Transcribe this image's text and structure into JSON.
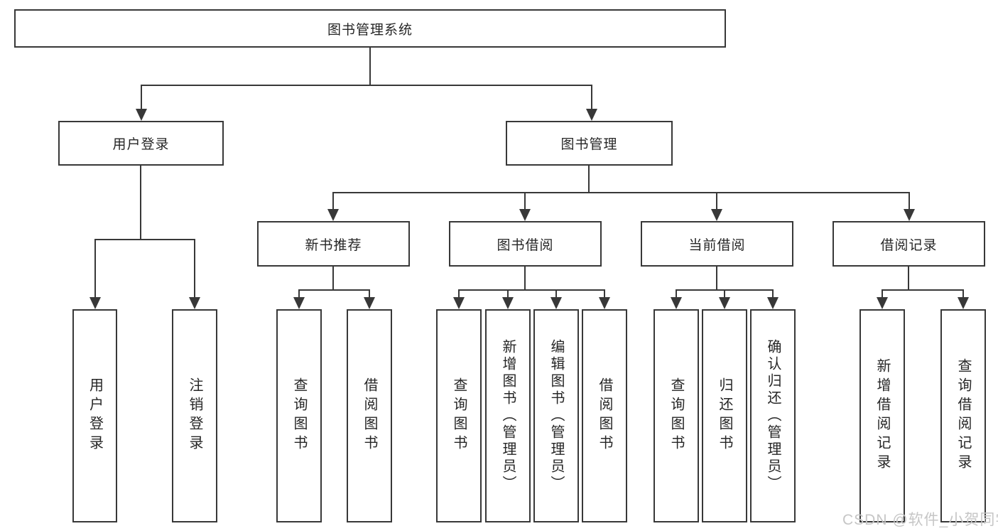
{
  "diagram": {
    "root": {
      "label": "图书管理系统"
    },
    "level2": [
      {
        "label": "用户登录"
      },
      {
        "label": "图书管理"
      }
    ],
    "level3": [
      {
        "label": "新书推荐"
      },
      {
        "label": "图书借阅"
      },
      {
        "label": "当前借阅"
      },
      {
        "label": "借阅记录"
      }
    ],
    "leaves": {
      "user_login": [
        "用户登录",
        "注销登录"
      ],
      "new_book": [
        "查询图书",
        "借阅图书"
      ],
      "borrow": [
        "查询图书",
        "新增图书（管理员）",
        "编辑图书（管理员）",
        "借阅图书"
      ],
      "current": [
        "查询图书",
        "归还图书",
        "确认归还（管理员）"
      ],
      "records": [
        "新增借阅记录",
        "查询借阅记录"
      ]
    },
    "colors": {
      "line": "#383838",
      "box_fill": "#ffffff",
      "text": "#262626",
      "watermark": "#c6c6c6"
    }
  },
  "watermark": {
    "text": "CSDN @软件_小贺同学"
  }
}
